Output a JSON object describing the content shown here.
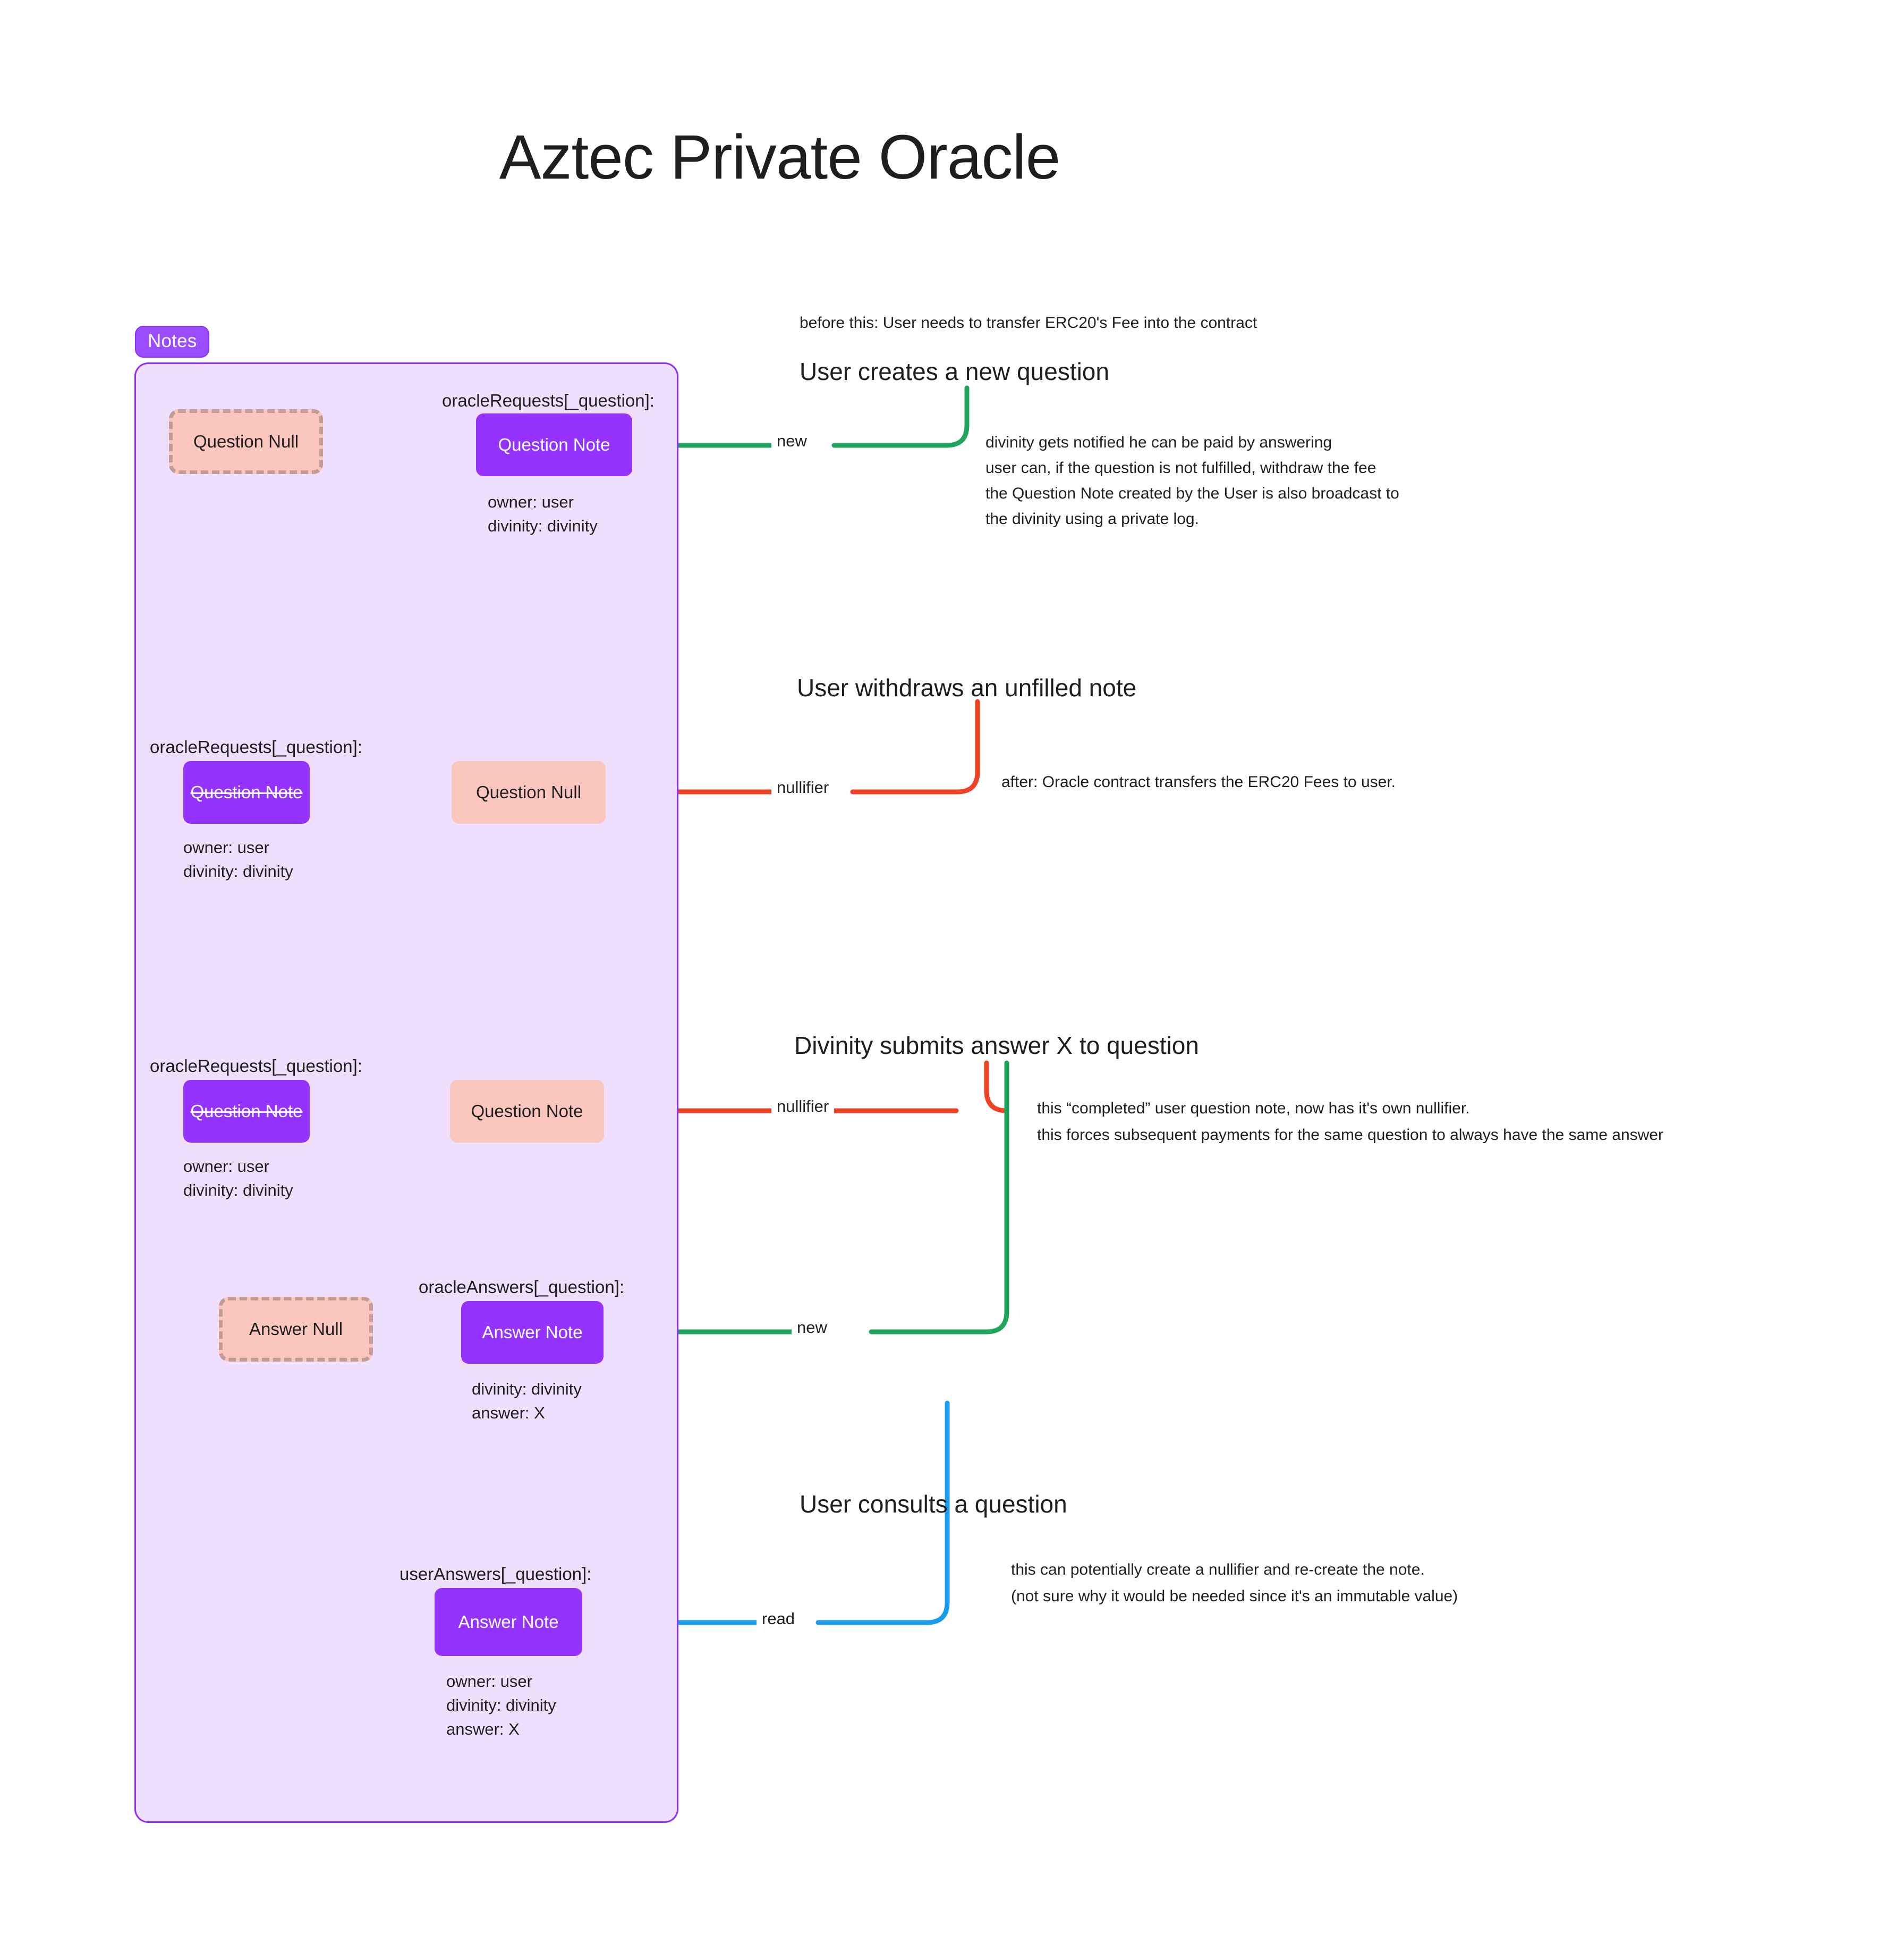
{
  "title": "Aztec Private Oracle",
  "colors": {
    "purple_note": "#9333fd",
    "container_bg": "#efdefc",
    "container_border": "#8b2ffb",
    "badge": "#9a4dff",
    "salmon": "#fbc6be",
    "dashed_border": "#c29b95",
    "arrow_green": "#21a45c",
    "arrow_red": "#ef4123",
    "arrow_blue": "#189ceb",
    "arrow_gray": "#adb1b0"
  },
  "notes_container": {
    "badge_label": "Notes"
  },
  "sections": [
    {
      "heading": "User creates a new question",
      "preamble": "before this: User needs to transfer ERC20's Fee into the contract",
      "edge_label": "new",
      "edge_kind": "new-arrow",
      "body_lines": [
        "divinity gets notified he can be paid by answering",
        "user can, if the question is not fulfilled, withdraw the fee",
        "the Question Note created by the User is also broadcast to",
        "the divinity using a private log."
      ],
      "map_label": "oracleRequests[_question]:",
      "source_box": {
        "label": "Question Note",
        "style": "purple",
        "strike": false
      },
      "target_box": {
        "label": "Question Null",
        "style": "salmon-dashed",
        "strike": false
      },
      "attrs": [
        "owner: user",
        "divinity: divinity"
      ]
    },
    {
      "heading": "User withdraws an unfilled note",
      "preamble": "",
      "edge_label": "nullifier",
      "edge_kind": "nullifier-arrow",
      "body_lines": [
        "after: Oracle contract transfers the ERC20 Fees to user."
      ],
      "map_label": "oracleRequests[_question]:",
      "source_box": {
        "label": "Question Null",
        "style": "salmon",
        "strike": false
      },
      "target_box": {
        "label": "Question Note",
        "style": "purple",
        "strike": true
      },
      "attrs": [
        "owner: user",
        "divinity: divinity"
      ]
    },
    {
      "heading": "Divinity submits answer X to question",
      "preamble": "",
      "edge_label": "nullifier",
      "edge_kind": "nullifier-arrow",
      "body_lines": [
        "this “completed” user question note, now has it's own nullifier.",
        "this forces subsequent payments for the same question to always have the same answer"
      ],
      "map_label": "oracleRequests[_question]:",
      "source_box": {
        "label": "Question Note",
        "style": "salmon",
        "strike": false
      },
      "target_box": {
        "label": "Question Note",
        "style": "purple",
        "strike": true
      },
      "attrs": [
        "owner: user",
        "divinity: divinity"
      ]
    },
    {
      "heading": "",
      "preamble": "",
      "edge_label": "new",
      "edge_kind": "new-arrow",
      "body_lines": [],
      "map_label": "oracleAnswers[_question]:",
      "source_box": {
        "label": "Answer Note",
        "style": "purple",
        "strike": false
      },
      "target_box": {
        "label": "Answer Null",
        "style": "salmon-dashed",
        "strike": false
      },
      "attrs": [
        "divinity: divinity",
        "answer: X"
      ]
    },
    {
      "heading": "User consults a question",
      "preamble": "",
      "edge_label": "read",
      "edge_kind": "read-arrow",
      "body_lines": [
        "this can potentially create a nullifier and re-create the note.",
        "(not sure why it would be needed since it's an immutable value)"
      ],
      "map_label": "userAnswers[_question]:",
      "source_box": {
        "label": "Answer Note",
        "style": "purple",
        "strike": false
      },
      "target_box": null,
      "attrs": [
        "owner: user",
        "divinity: divinity",
        "answer: X"
      ]
    }
  ]
}
